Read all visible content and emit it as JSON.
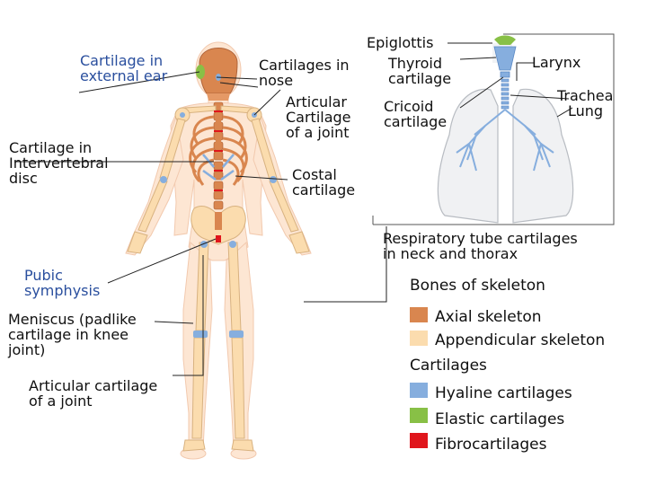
{
  "labels": {
    "ear": "Cartilage in\nexternal ear",
    "disc": "Cartilage in\nIntervertebral\ndisc",
    "pubic": "Pubic\nsymphysis",
    "meniscus": "Meniscus (padlike\ncartilage in knee\njoint)",
    "articular_lower": "Articular cartilage\nof a joint",
    "nose": "Cartilages in\nnose",
    "articular_upper": "Articular\nCartilage\nof a joint",
    "costal": "Costal\ncartilage",
    "epiglottis": "Epiglottis",
    "thyroid": "Thyroid\ncartilage",
    "cricoid": "Cricoid\ncartilage",
    "larynx": "Larynx",
    "trachea": "Trachea",
    "lung": "Lung",
    "resp": "Respiratory tube cartilages\nin neck and thorax"
  },
  "legend": {
    "bones_title": "Bones of skeleton",
    "cartilages_title": "Cartilages",
    "items": [
      {
        "label": "Axial skeleton",
        "color": "#d9864f"
      },
      {
        "label": "Appendicular skeleton",
        "color": "#fbdcae"
      },
      {
        "label": "Hyaline cartilages",
        "color": "#86aede"
      },
      {
        "label": "Elastic cartilages",
        "color": "#88c046"
      },
      {
        "label": "Fibrocartilages",
        "color": "#e0161c"
      }
    ]
  },
  "colors": {
    "skin": "#fde6d3",
    "axial_bone": "#d9864f",
    "appendicular_bone": "#fbdcae",
    "hyaline": "#86aede",
    "elastic": "#88c046",
    "fibro": "#e0161c"
  }
}
